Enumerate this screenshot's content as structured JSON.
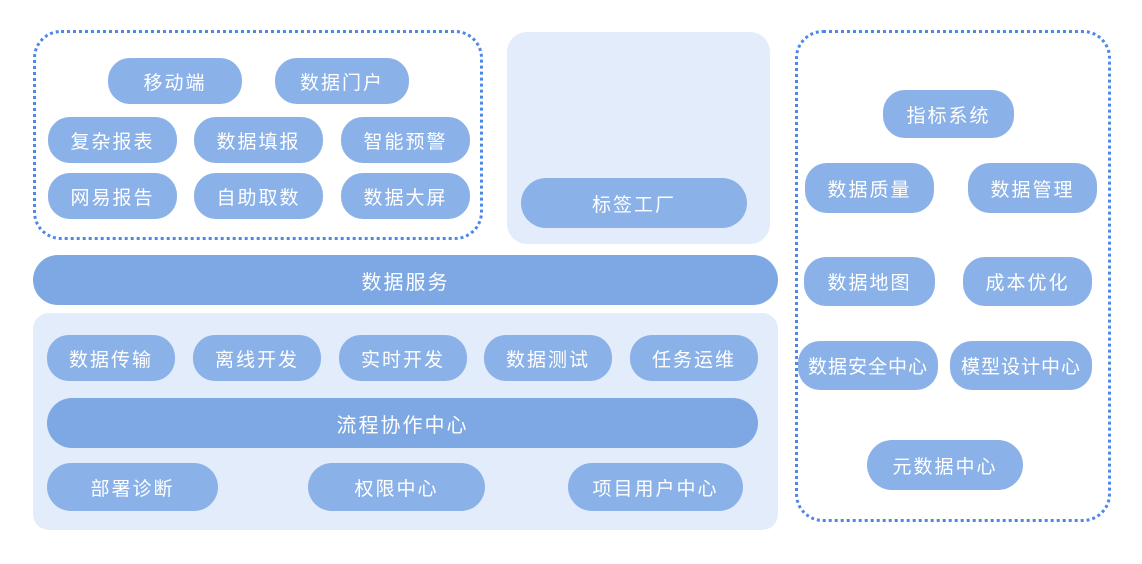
{
  "application_layer": {
    "pills": [
      "移动端",
      "数据门户",
      "复杂报表",
      "数据填报",
      "智能预警",
      "网易报告",
      "自助取数",
      "数据大屏"
    ]
  },
  "tag_factory_panel": {
    "pill": "标签工厂"
  },
  "data_service_bar": {
    "label": "数据服务"
  },
  "development_panel": {
    "top_pills": [
      "数据传输",
      "离线开发",
      "实时开发",
      "数据测试",
      "任务运维"
    ],
    "collaboration_bar": "流程协作中心",
    "bottom_pills": [
      "部署诊断",
      "权限中心",
      "项目用户中心"
    ]
  },
  "governance_panel": {
    "pills": [
      "指标系统",
      "数据质量",
      "数据管理",
      "数据地图",
      "成本优化",
      "数据安全中心",
      "模型设计中心",
      "元数据中心"
    ]
  },
  "colors": {
    "pill_blue": "#8ab1e8",
    "bar_blue": "#7da8e3",
    "panel_light_blue": "#e2ecfa",
    "dotted_border_blue": "#4c87e9",
    "pill_text": "#ffffff",
    "background": "#ffffff"
  }
}
